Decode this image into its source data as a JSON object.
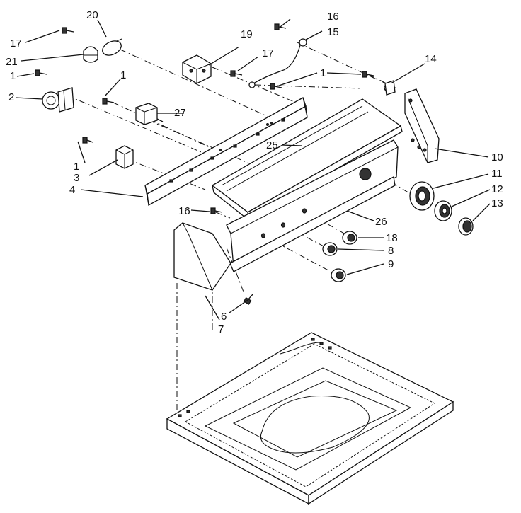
{
  "colors": {
    "ink": "#111111",
    "paper": "#ffffff"
  },
  "callouts": {
    "c20": "20",
    "c16a": "16",
    "c15": "15",
    "c17a": "17",
    "c19": "19",
    "c21": "21",
    "c17b": "17",
    "c14": "14",
    "c1a": "1",
    "c1b": "1",
    "c1c": "1",
    "c2": "2",
    "c27": "27",
    "c25": "25",
    "c10": "10",
    "c1d": "1",
    "c3": "3",
    "c4": "4",
    "c11": "11",
    "c12": "12",
    "c13": "13",
    "c16b": "16",
    "c26": "26",
    "c18": "18",
    "c8": "8",
    "c9": "9",
    "c6": "6",
    "c7": "7"
  }
}
